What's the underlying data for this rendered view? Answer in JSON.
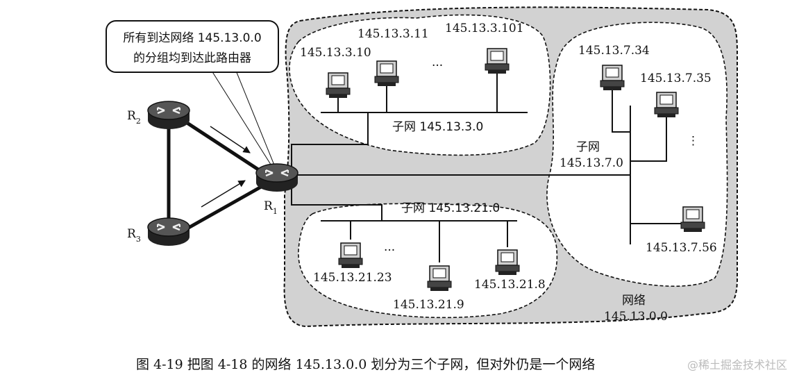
{
  "callout": {
    "line1": "所有到达网络 145.13.0.0",
    "line2": "的分组均到达此路由器"
  },
  "routers": {
    "r1": "R",
    "r1_sub": "1",
    "r2": "R",
    "r2_sub": "2",
    "r3": "R",
    "r3_sub": "3"
  },
  "subnet3": {
    "name": "子网 145.13.3.0",
    "hosts": [
      "145.13.3.10",
      "145.13.3.11",
      "145.13.3.101"
    ],
    "ellipsis": "···"
  },
  "subnet7": {
    "name_line1": "子网",
    "name_line2": "145.13.7.0",
    "hosts": [
      "145.13.7.34",
      "145.13.7.35",
      "145.13.7.56"
    ],
    "ellipsis": "⋮"
  },
  "subnet21": {
    "name": "子网 145.13.21.0",
    "hosts": [
      "145.13.21.23",
      "145.13.21.9",
      "145.13.21.8"
    ],
    "ellipsis": "···"
  },
  "network": {
    "line1": "网络",
    "line2": "145.13.0.0"
  },
  "caption": "图 4-19   把图 4-18 的网络 145.13.0.0 划分为三个子网，但对外仍是一个网络",
  "watermark": "@稀土掘金技术社区",
  "colors": {
    "network_fill": "#d2d2d2",
    "line": "#111111",
    "subnet_fill": "#ffffff"
  }
}
